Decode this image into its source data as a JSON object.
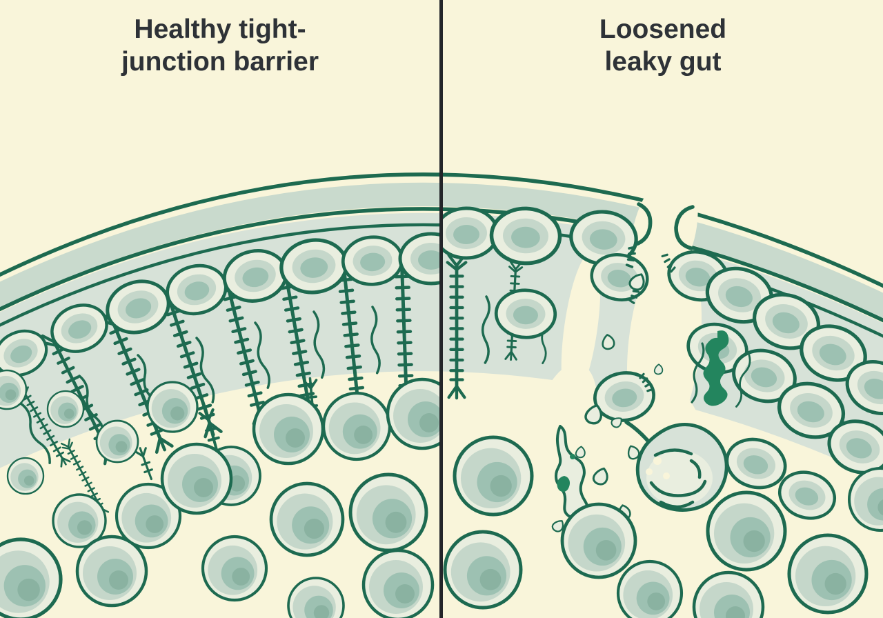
{
  "panels": {
    "left": {
      "title_lines": [
        "Healthy tight-",
        "junction barrier"
      ]
    },
    "right": {
      "title_lines": [
        "Loosened",
        "leaky gut"
      ]
    }
  },
  "colors": {
    "background": "#f9f5da",
    "outline_green": "#1d6a50",
    "band_sage": "#c9dacd",
    "epithelium": "#d7e2d8",
    "cell_rim": "#e9eedf",
    "cell_mid": "#c5d7ca",
    "nucleus": "#9dc1b2",
    "nucleus_dark": "#8ab2a1",
    "pathogen": "#23855e",
    "divider": "#232529",
    "title_text": "#2e3237"
  }
}
